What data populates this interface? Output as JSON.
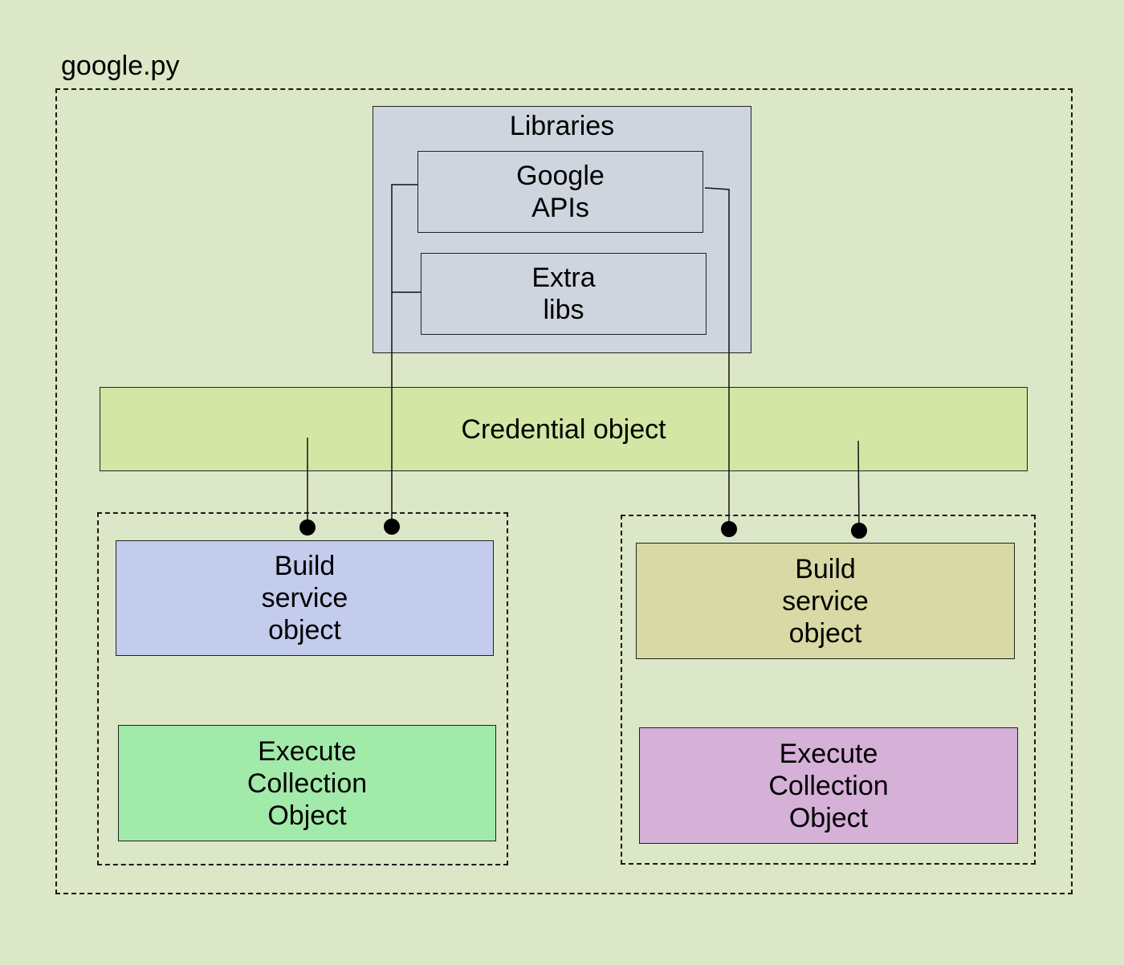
{
  "file_label": "google.py",
  "libraries": {
    "title": "Libraries",
    "google_apis": "Google\nAPIs",
    "extra_libs": "Extra\nlibs"
  },
  "credential": "Credential object",
  "left_group": {
    "build": "Build\nservice\nobject",
    "execute": "Execute\nCollection\nObject"
  },
  "right_group": {
    "build": "Build\nservice\nobject",
    "execute": "Execute\nCollection\nObject"
  },
  "colors": {
    "background": "#dbe7c6",
    "libraries": "#cfd5de",
    "credential": "#d4e6a4",
    "left_build": "#c3cced",
    "left_execute": "#a2eaa9",
    "right_build": "#d8d9a4",
    "right_execute": "#d5b0d7"
  }
}
